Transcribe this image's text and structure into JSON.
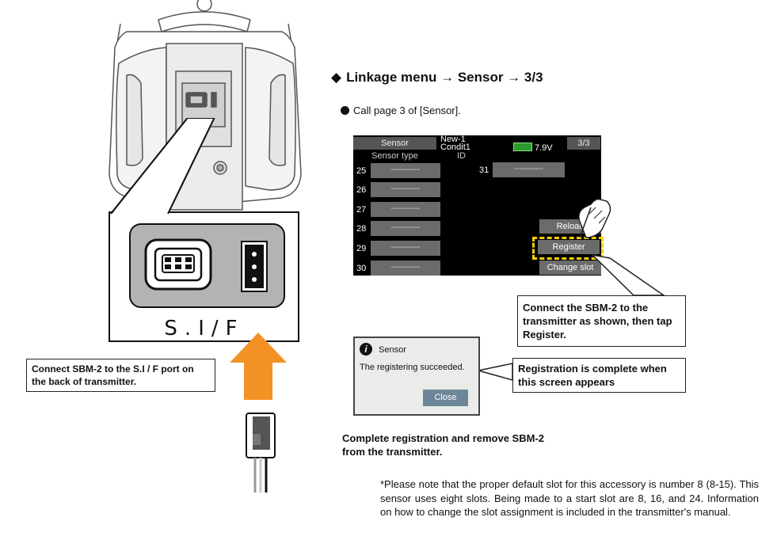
{
  "heading": {
    "marker": "◆",
    "text": "Linkage menu → Sensor → 3/3"
  },
  "instruction": "Call page 3 of [Sensor].",
  "screen": {
    "tab_sensor": "Sensor",
    "model_name": "New-1",
    "condition": "Condit1",
    "battery": "7.9V",
    "page": "3/3",
    "col_sensor_type": "Sensor type",
    "col_id": "ID",
    "slots": [
      {
        "num": "25",
        "value": "-----------"
      },
      {
        "num": "26",
        "value": "-----------"
      },
      {
        "num": "27",
        "value": "-----------"
      },
      {
        "num": "28",
        "value": "-----------"
      },
      {
        "num": "29",
        "value": "-----------"
      },
      {
        "num": "30",
        "value": "-----------"
      }
    ],
    "slot_31": {
      "num": "31",
      "value": "-----------"
    },
    "reload": "Reload",
    "register": "Register",
    "change_slot": "Change slot"
  },
  "port_label": "S.I/F",
  "callouts": {
    "connect_port": "Connect SBM-2 to the S.I / F port on the back of transmitter.",
    "tap_register": "Connect the SBM-2 to the transmitter as shown, then tap Register.",
    "complete_when": "Registration is complete when this screen appears"
  },
  "popup": {
    "title": "Sensor",
    "message": "The registering succeeded.",
    "close": "Close"
  },
  "complete_text": "Complete registration and remove SBM-2 from the transmitter.",
  "note": "*Please note that the proper default slot for this accessory is number 8 (8-15). This sensor uses eight slots. Being made to a start slot are 8, 16, and 24. Information on how to change the slot assignment is included in the transmitter's manual.",
  "colors": {
    "arrow": "#f39224",
    "highlight": "#f5d000",
    "screen_bg": "#000000",
    "button": "#6b6b6b"
  },
  "icons": [
    "info-icon",
    "battery-icon",
    "hand-pointer-icon",
    "arrow-up-icon",
    "connector-icon"
  ]
}
